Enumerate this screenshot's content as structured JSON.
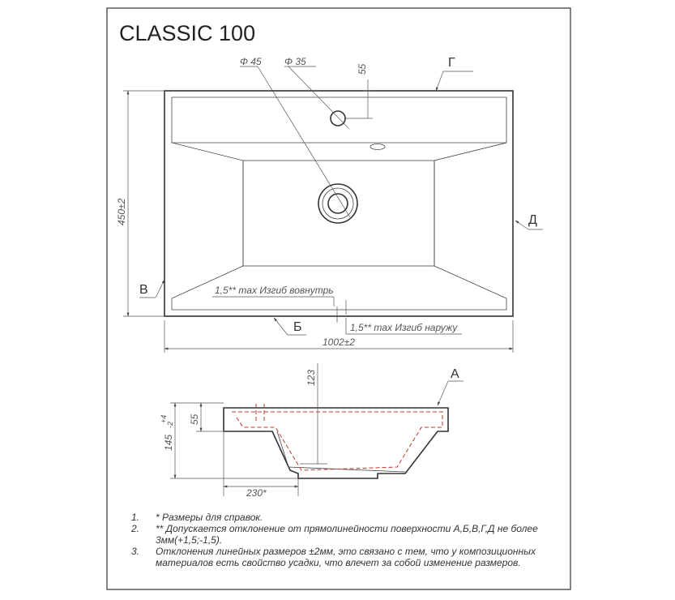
{
  "title": "CLASSIC 100",
  "top_view": {
    "dims": {
      "d45": "Φ 45",
      "d35": "Φ 35",
      "d55_top": "55",
      "height": "450±2",
      "width": "1002±2"
    },
    "letters": {
      "G": "Г",
      "D": "Д",
      "V": "В",
      "B": "Б"
    },
    "callouts": {
      "inward": "1,5** max Изгиб вовнутрь",
      "outward": "1,5** max Изгиб наружу"
    }
  },
  "side_view": {
    "dims": {
      "d123": "123",
      "d55": "55",
      "d145": "145",
      "d145_tol": "+4",
      "d145_tol2": "-2",
      "d230": "230*"
    },
    "letters": {
      "A": "A"
    }
  },
  "notes": [
    {
      "num": "1.",
      "lines": [
        "*  Размеры для справок."
      ]
    },
    {
      "num": "2.",
      "lines": [
        "**  Допускается отклонение от прямолинейности поверхности А,Б,В,Г,Д не более",
        "3мм(+1,5;-1,5)."
      ]
    },
    {
      "num": "3.",
      "lines": [
        "Отклонения линейных размеров ±2мм, это связано с тем, что у композиционных",
        "материалов есть свойство усадки, что влечет за собой изменение размеров."
      ]
    }
  ]
}
